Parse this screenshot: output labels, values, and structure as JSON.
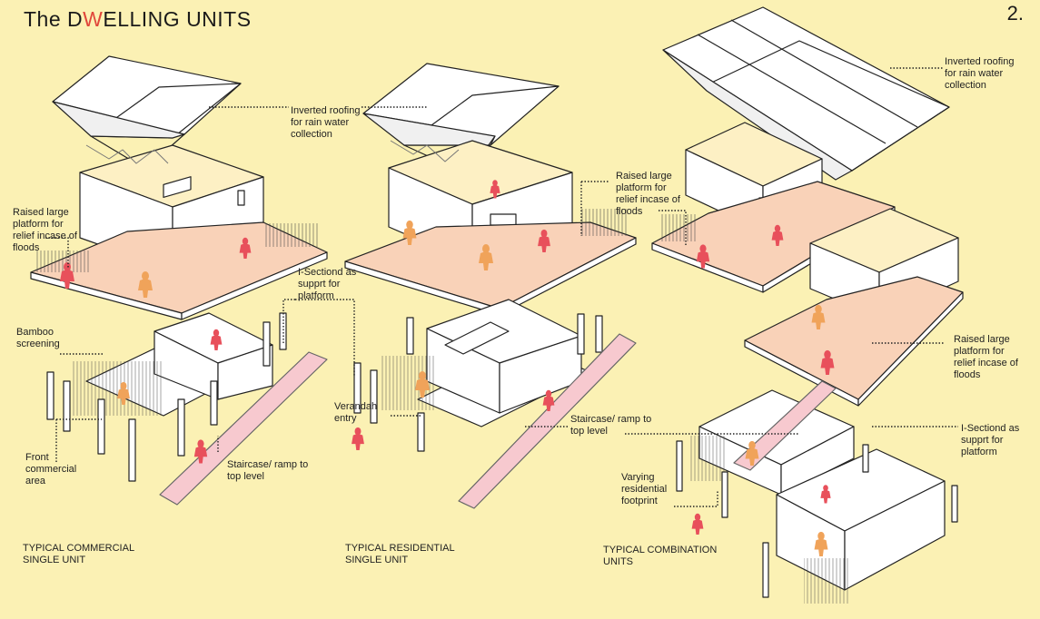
{
  "header": {
    "title_pre": "The D",
    "title_accent": "W",
    "title_post": "ELLING UNITS",
    "page_number": "2."
  },
  "colors": {
    "background": "#fbf1b4",
    "platform": "#f9d2b8",
    "accent": "#e0463a",
    "figure_orange": "#f0a35a",
    "figure_red": "#e8505b"
  },
  "labels": {
    "roof_1": "Inverted roofing\nfor rain water\ncollection",
    "roof_2": "Inverted roofing\nfor rain water\ncollection",
    "platform_1": "Raised large\nplatform for\nrelief incase of\nfloods",
    "platform_2": "Raised large\nplatform for\nrelief incase of\nfloods",
    "platform_3": "Raised large\nplatform for\nrelief incase of\nfloods",
    "isection_1": "I-Sectiond as\nsupprt for\nplatform",
    "isection_2": "I-Sectiond as\nsupprt for\nplatform",
    "bamboo": "Bamboo\nscreening",
    "verandah": "Verandah\nentry",
    "front_commercial": "Front\ncommercial\narea",
    "staircase_1": "Staircase/ ramp to\ntop level",
    "staircase_2": "Staircase/ ramp to\ntop level",
    "varying": "Varying\nresidential\nfootprint"
  },
  "captions": {
    "commercial": "TYPICAL COMMERCIAL\nSINGLE UNIT",
    "residential": "TYPICAL RESIDENTIAL\nSINGLE UNIT",
    "combination": "TYPICAL COMBINATION\nUNITS"
  }
}
